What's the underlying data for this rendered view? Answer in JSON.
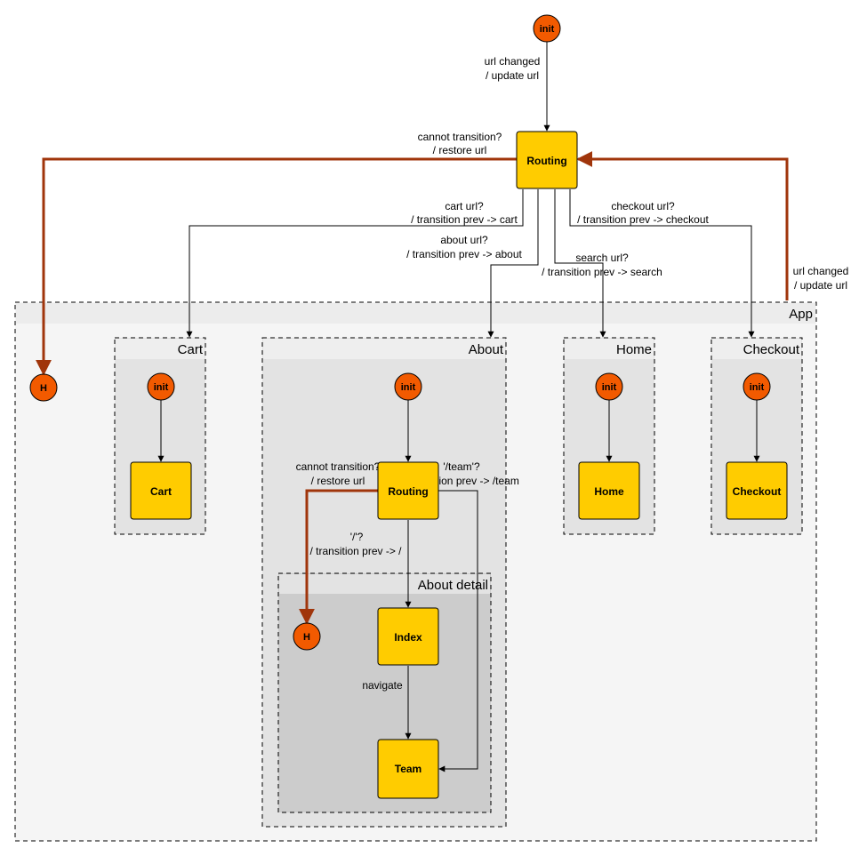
{
  "colors": {
    "state_fill": "#ffcc00",
    "pseudo_fill": "#f25a00",
    "history_edge": "#a0350b",
    "region_light": "#f5f5f5",
    "region_mid": "#e3e3e3",
    "region_dark": "#cccccc"
  },
  "states": {
    "routing_top": "Routing",
    "cart": "Cart",
    "home": "Home",
    "checkout": "Checkout",
    "about_routing": "Routing",
    "index": "Index",
    "team": "Team"
  },
  "pseudo": {
    "init": "init",
    "history": "H"
  },
  "regions": {
    "app": "App",
    "cart": "Cart",
    "about": "About",
    "home": "Home",
    "checkout": "Checkout",
    "about_detail": "About detail"
  },
  "edges": {
    "url_changed_1": "url changed",
    "update_url_1": "/ update url",
    "cannot_transition_1": "cannot transition?",
    "restore_url_1": "/ restore url",
    "cart_url": "cart url?",
    "transition_cart": "/ transition prev -> cart",
    "about_url": "about url?",
    "transition_about": "/ transition prev -> about",
    "search_url": "search url?",
    "transition_search": "/ transition prev -> search",
    "checkout_url": "checkout url?",
    "transition_checkout": "/ transition prev -> checkout",
    "url_changed_2": "url changed",
    "update_url_2": "/ update url",
    "cannot_transition_2": "cannot transition?",
    "restore_url_2": "/ restore url",
    "team_q": "'/team'?",
    "transition_team": "/ transition prev -> /team",
    "root_q": "'/'?",
    "transition_root": "/ transition prev -> /",
    "navigate": "navigate"
  }
}
